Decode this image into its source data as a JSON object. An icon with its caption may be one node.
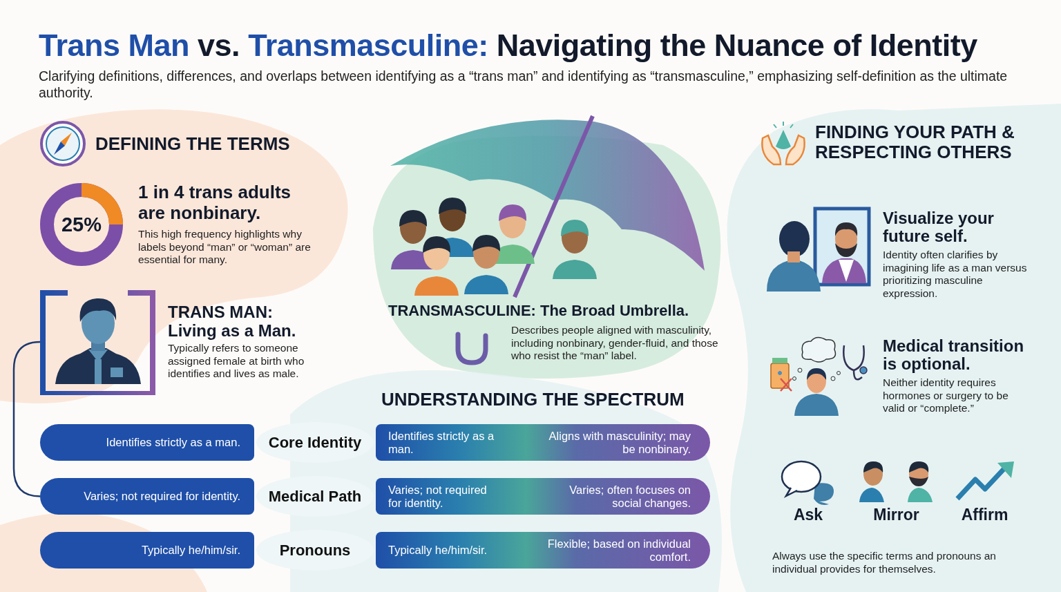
{
  "diagram": {
    "title": "*Trans Man* vs. *Transmasculine:* Navigating the Nuance of Identity",
    "nodes": [
      {
        "text": [],
        "shape": "picture"
      },
      {
        "text": [
          "Identifies strictly as a man."
        ]
      },
      {
        "text": [
          "Core Identity"
        ]
      },
      {
        "text": [
          "Identifies strictly as a man.",
          "Aligns with masculinity; may be nonbinary."
        ]
      },
      {
        "text": [
          "Varies; not required for identity."
        ]
      },
      {
        "text": [
          "Medical Path"
        ]
      },
      {
        "text": [
          "Varies; not required for identity.",
          "Varies; often focuses on social changes."
        ]
      },
      {
        "text": [
          "Typically he/him/sir."
        ]
      },
      {
        "text": [
          "Pronouns"
        ]
      },
      {
        "text": [
          "Typically he/him/sir.",
          "Flexible; based on individual comfort."
        ]
      }
    ],
    "edges": [
      {
        "from": 0,
        "to": 4,
        "arrow": "none"
      }
    ],
    "labels": [
      "Clarifying definitions, differences, and overlaps between identifying as a “trans man” and identifying as “transmasculine,” emphasizing self-definition as the ultimate authority.",
      "DEFINING THE TERMS",
      "25%",
      "1 in 4 trans adults are nonbinary.",
      "This high frequency highlights why labels beyond “man” or “woman” are essential for many.",
      "TRANS MAN: Living as a Man.",
      "Typically refers to someone assigned female at birth who identifies and lives as male.",
      "TRANSMASCULINE: The Broad Umbrella.",
      "Describes people aligned with masculinity, including nonbinary, gender-fluid, and those who resist the “man” label.",
      "UNDERSTANDING THE SPECTRUM",
      "FINDING YOUR PATH & RESPECTING OTHERS",
      "Visualize your future self.",
      "Identity often clarifies by imagining life as a man versus prioritizing masculine expression.",
      "Medical transition is optional.",
      "Neither identity requires hormones or surgery to be valid or “complete.”",
      "Ask",
      "Mirror",
      "Affirm",
      "Always use the specific terms and pronouns an individual provides for themselves."
    ]
  }
}
